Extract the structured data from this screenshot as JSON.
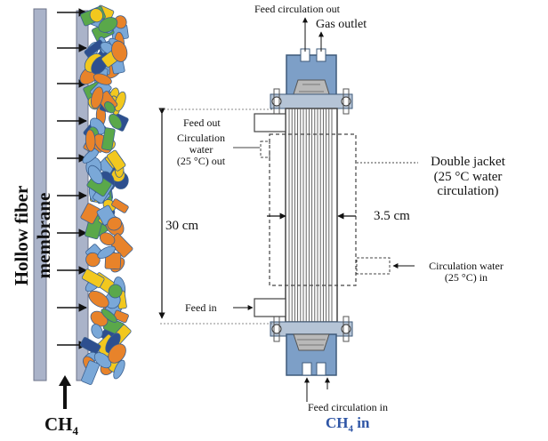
{
  "left_panel": {
    "title": "Hollow fiber membrane",
    "gas_formula": "CH",
    "gas_subscript": "4"
  },
  "reactor": {
    "feed_circulation_out": "Feed circulation out",
    "gas_outlet": "Gas outlet",
    "feed_out": "Feed out",
    "circulation_water_out_line1": "Circulation",
    "circulation_water_out_line2": "water",
    "circulation_water_out_line3": "(25 °C) out",
    "length_label": "30 cm",
    "diameter_label": "3.5 cm",
    "double_jacket_line1": "Double jacket",
    "double_jacket_line2": "(25 °C water",
    "double_jacket_line3": "circulation)",
    "circulation_water_in_line1": "Circulation water",
    "circulation_water_in_line2": "(25 °C) in",
    "feed_in": "Feed in",
    "feed_circulation_in": "Feed circulation in",
    "ch4_in_formula": "CH",
    "ch4_in_subscript": "4",
    "ch4_in_suffix": " in"
  },
  "colors": {
    "membrane_fill": "#aab3c9",
    "membrane_stroke": "#6c7389",
    "cap_blue": "#7d9fc7",
    "cap_dark": "#3e5a7a",
    "ch4_in_color": "#2f56a6",
    "bead_blue": "#7aa8d8",
    "bead_orange": "#e8832a",
    "bead_green": "#5aa84a",
    "bead_yellow": "#f2c81e",
    "bead_navy": "#2d4f8f"
  }
}
